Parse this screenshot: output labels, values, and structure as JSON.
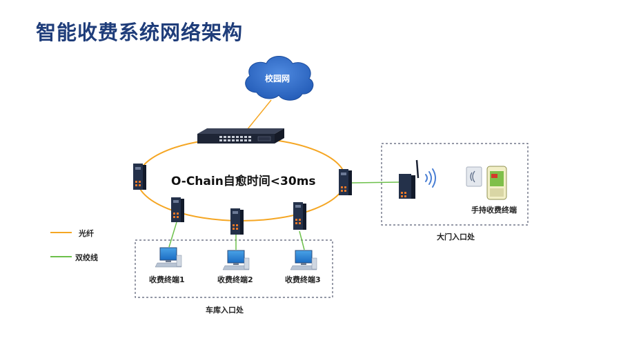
{
  "title": "智能收费系统网络架构",
  "cloud_label": "校园网",
  "ring_label": "O-Chain自愈时间<30ms",
  "gate": {
    "device_label": "手持收费终端",
    "zone_label": "大门入口处"
  },
  "garage": {
    "terminals": [
      "收费终端1",
      "收费终端2",
      "收费终端3"
    ],
    "zone_label": "车库入口处"
  },
  "legend": [
    {
      "label": "光纤",
      "color": "#f5a623"
    },
    {
      "label": "双绞线",
      "color": "#6cc04a"
    }
  ],
  "colors": {
    "title": "#1f3d7a",
    "fiber": "#f5a623",
    "twisted_pair": "#6cc04a",
    "cloud": "#2a66c4",
    "switch": "#24314a",
    "port": "#e8792a",
    "wireless_wave": "#4a7fd4"
  }
}
